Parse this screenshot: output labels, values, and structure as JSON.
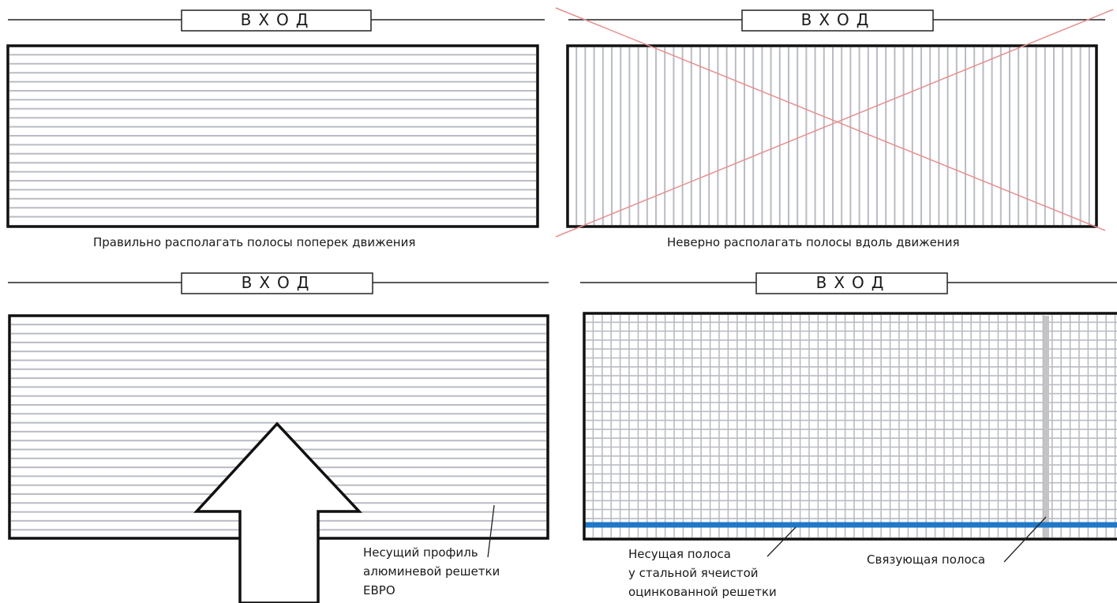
{
  "panels": {
    "top_left": {
      "entrance_label": "ВХОД",
      "caption": "Правильно располагать полосы поперек движения"
    },
    "top_right": {
      "entrance_label": "ВХОД",
      "caption": "Неверно располагать полосы вдоль движения"
    },
    "bottom_left": {
      "entrance_label": "ВХОД",
      "annotation": {
        "line1": "Несущий профиль",
        "line2": "алюминевой решетки",
        "line3": "ЕВРО"
      }
    },
    "bottom_right": {
      "entrance_label": "ВХОД",
      "annotation_bearing": {
        "line1": "Несущая полоса",
        "line2": "у стальной ячеистой",
        "line3": "оцинкованной решетки"
      },
      "annotation_tie": "Связующая полоса"
    }
  },
  "colors": {
    "outline": "#111111",
    "stripe": "#b9bcc4",
    "cross": "#e88f8f",
    "bearing_bar": "#1f78c8",
    "tie_bar": "#c4c4c4"
  }
}
